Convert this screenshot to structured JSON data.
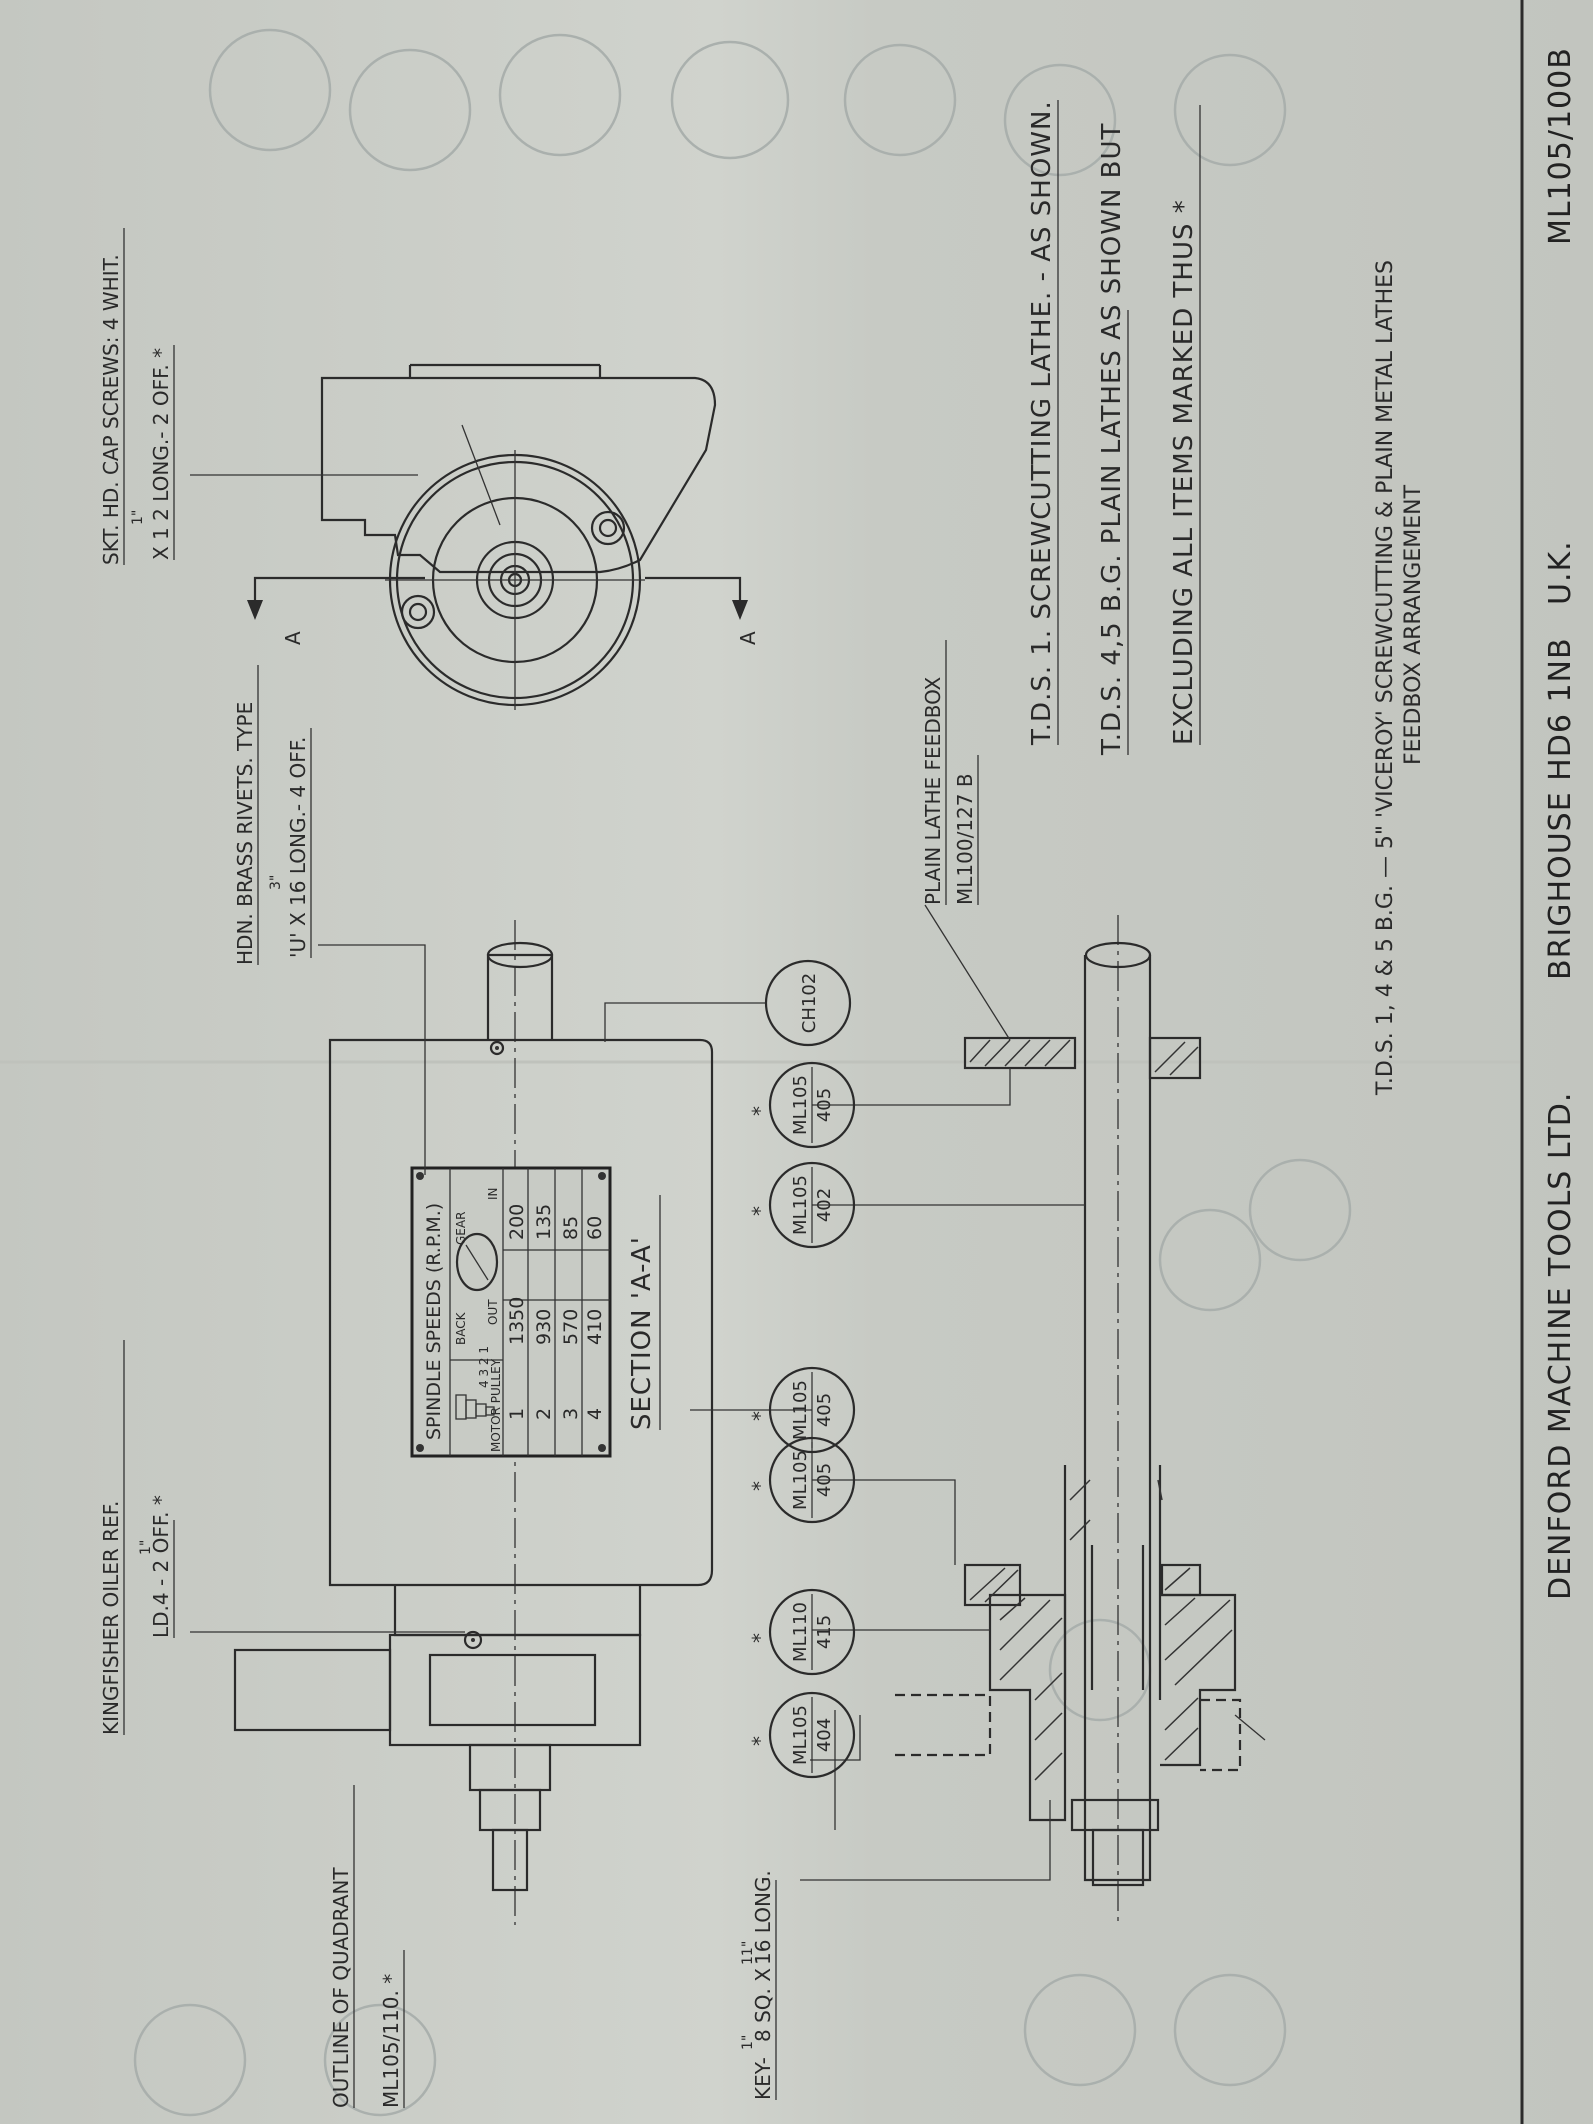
{
  "drawing": {
    "section_title": "SECTION 'A-A'",
    "section_marker": "A",
    "plate": {
      "heading": "SPINDLE SPEEDS (R.P.M.)",
      "col_back": "BACK",
      "col_gear": "GEAR",
      "col_out": "OUT",
      "col_in": "IN",
      "motor_pulley": "MOTOR PULLEY",
      "pulley_steps": "4 3 2 1",
      "rows": [
        {
          "step": "1",
          "out": "1350",
          "in": "200"
        },
        {
          "step": "2",
          "out": "930",
          "in": "135"
        },
        {
          "step": "3",
          "out": "570",
          "in": "85"
        },
        {
          "step": "4",
          "out": "410",
          "in": "60"
        }
      ]
    },
    "callouts": {
      "kingfisher": {
        "line1": "KINGFISHER  OILER  REF.",
        "frac": "1\"",
        "line2": "LD.4 - 2 OFF. *"
      },
      "key": {
        "text": "KEY-",
        "frac1": "1\"",
        "sq": "8 SQ. X",
        "frac2": "11\"",
        "long": "16  LONG."
      },
      "rivets": {
        "line1": "HDN. BRASS  RIVETS. TYPE",
        "frac": "3\"",
        "line2": "'U' X 16 LONG.- 4 OFF."
      },
      "capscrews": {
        "line1": "SKT.  HD. CAP  SCREWS: 4 WHIT.",
        "frac": "1\"",
        "line2": "X 1 2 LONG.- 2 OFF. *"
      },
      "quadrant": {
        "line1": "OUTLINE  OF  QUADRANT",
        "line2": "ML105/110. *"
      },
      "plain_feedbox": {
        "line1": "PLAIN LATHE FEEDBOX",
        "line2": "ML100/127 B"
      }
    },
    "bubbles": [
      {
        "top": "ML105",
        "bottom": "404",
        "star": "*"
      },
      {
        "top": "ML110",
        "bottom": "415",
        "star": "*"
      },
      {
        "top": "ML105",
        "bottom": "405",
        "star": "*"
      },
      {
        "top": "ML105",
        "bottom": "405",
        "star": "*"
      },
      {
        "top": "ML105",
        "bottom": "402",
        "star": "*"
      },
      {
        "top": "ML105",
        "bottom": "405",
        "star": "*"
      },
      {
        "top": "CH102",
        "bottom": "",
        "star": ""
      }
    ],
    "notes": [
      "T.D.S. 1. SCREWCUTTING  LATHE. - AS  SHOWN.",
      "T.D.S. 4,5 B.G. PLAIN  LATHES AS  SHOWN  BUT",
      "EXCLUDING  ALL  ITEMS  MARKED  THUS *"
    ]
  },
  "title_block": {
    "description": "T.D.S.  1,  4  &  5  B.G.  —  5\" 'VICEROY'  SCREWCUTTING  &  PLAIN  METAL  LATHES",
    "description2": "FEEDBOX  ARRANGEMENT",
    "company": "DENFORD  MACHINE  TOOLS  LTD.",
    "address": "BRIGHOUSE  HD6  1NB",
    "country": "U.K.",
    "drawing_no": "ML105/100B"
  },
  "colors": {
    "paper": "#cbcec8",
    "ink": "#2b2b2b"
  }
}
